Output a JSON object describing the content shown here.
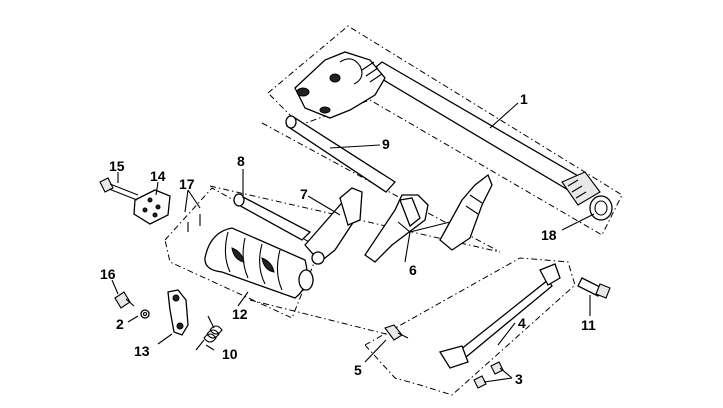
{
  "labels": {
    "p1": "1",
    "p2": "2",
    "p3": "3",
    "p4": "4",
    "p5": "5",
    "p6": "6",
    "p7": "7",
    "p8": "8",
    "p9": "9",
    "p10": "10",
    "p11": "11",
    "p12": "12",
    "p13": "13",
    "p14": "14",
    "p15": "15",
    "p16": "16",
    "p17": "17",
    "p18": "18"
  },
  "colors": {
    "line": "#000000",
    "background": "#ffffff"
  }
}
